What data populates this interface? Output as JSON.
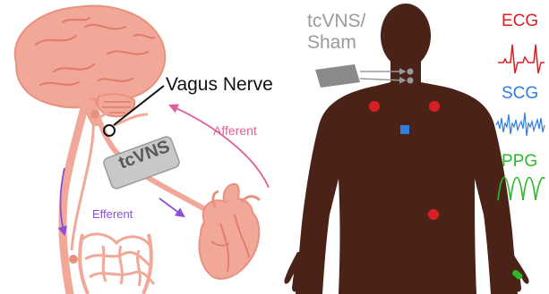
{
  "labels": {
    "vagus_nerve": "Vagus Nerve",
    "afferent": "Afferent",
    "efferent": "Efferent",
    "device": "tcVNS",
    "stim_line1": "tcVNS/",
    "stim_line2": "Sham"
  },
  "signals": {
    "ecg": {
      "label": "ECG",
      "color": "#d81f26"
    },
    "scg": {
      "label": "SCG",
      "color": "#2f7de1"
    },
    "ppg": {
      "label": "PPG",
      "color": "#2db82a"
    }
  },
  "colors": {
    "brain": "#f2a898",
    "anatomy_outline": "#e8917f",
    "body": "#4a2218",
    "afferent_arrow": "#e0609a",
    "efferent_arrow": "#8c4fd6",
    "device": "#8a8a8a",
    "ecg_electrode": "#d81f26",
    "scg_sensor": "#2f7de1",
    "ppg_sensor": "#2db82a"
  }
}
